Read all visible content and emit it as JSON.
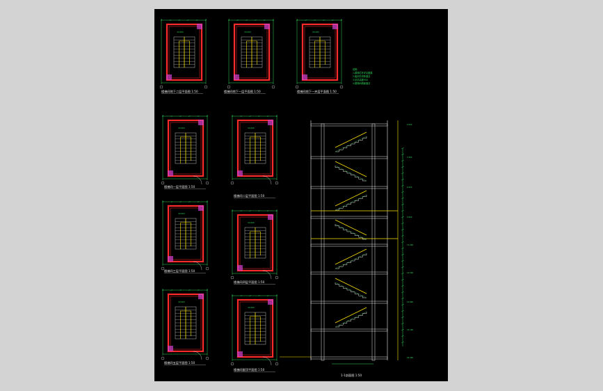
{
  "drawing": {
    "plans": [
      {
        "id": "p1",
        "title": "楼梯间地下二层平面图",
        "scale": "1:50"
      },
      {
        "id": "p2",
        "title": "楼梯间地下一层平面图",
        "scale": "1:50"
      },
      {
        "id": "p3",
        "title": "楼梯间地下一夹层平面图",
        "scale": "1:50"
      },
      {
        "id": "p4",
        "title": "楼梯间一层平面图",
        "scale": "1:50"
      },
      {
        "id": "p5",
        "title": "楼梯间二层平面图",
        "scale": "1:50"
      },
      {
        "id": "p6",
        "title": "楼梯间三层平面图",
        "scale": "1:50"
      },
      {
        "id": "p7",
        "title": "楼梯间四层平面图",
        "scale": "1:50"
      },
      {
        "id": "p8",
        "title": "楼梯间五层平面图",
        "scale": "1:50"
      },
      {
        "id": "p9",
        "title": "楼梯间屋顶平面图",
        "scale": "1:50"
      }
    ],
    "section": {
      "title": "1-1剖面图",
      "scale": "1:50"
    },
    "notes": [
      "说明：",
      "1.楼梯栏杆详见图集",
      "2.踏步防滑条做法",
      "3.扶手高度900",
      "4.楼梯间墙面做法"
    ],
    "colors": {
      "wall": "#ff2a2a",
      "dim": "#2fd85a",
      "stair": "#ffe600",
      "text": "#e8e8e8",
      "grid": "#2aa8ff",
      "hatch": "#d040d0"
    }
  }
}
